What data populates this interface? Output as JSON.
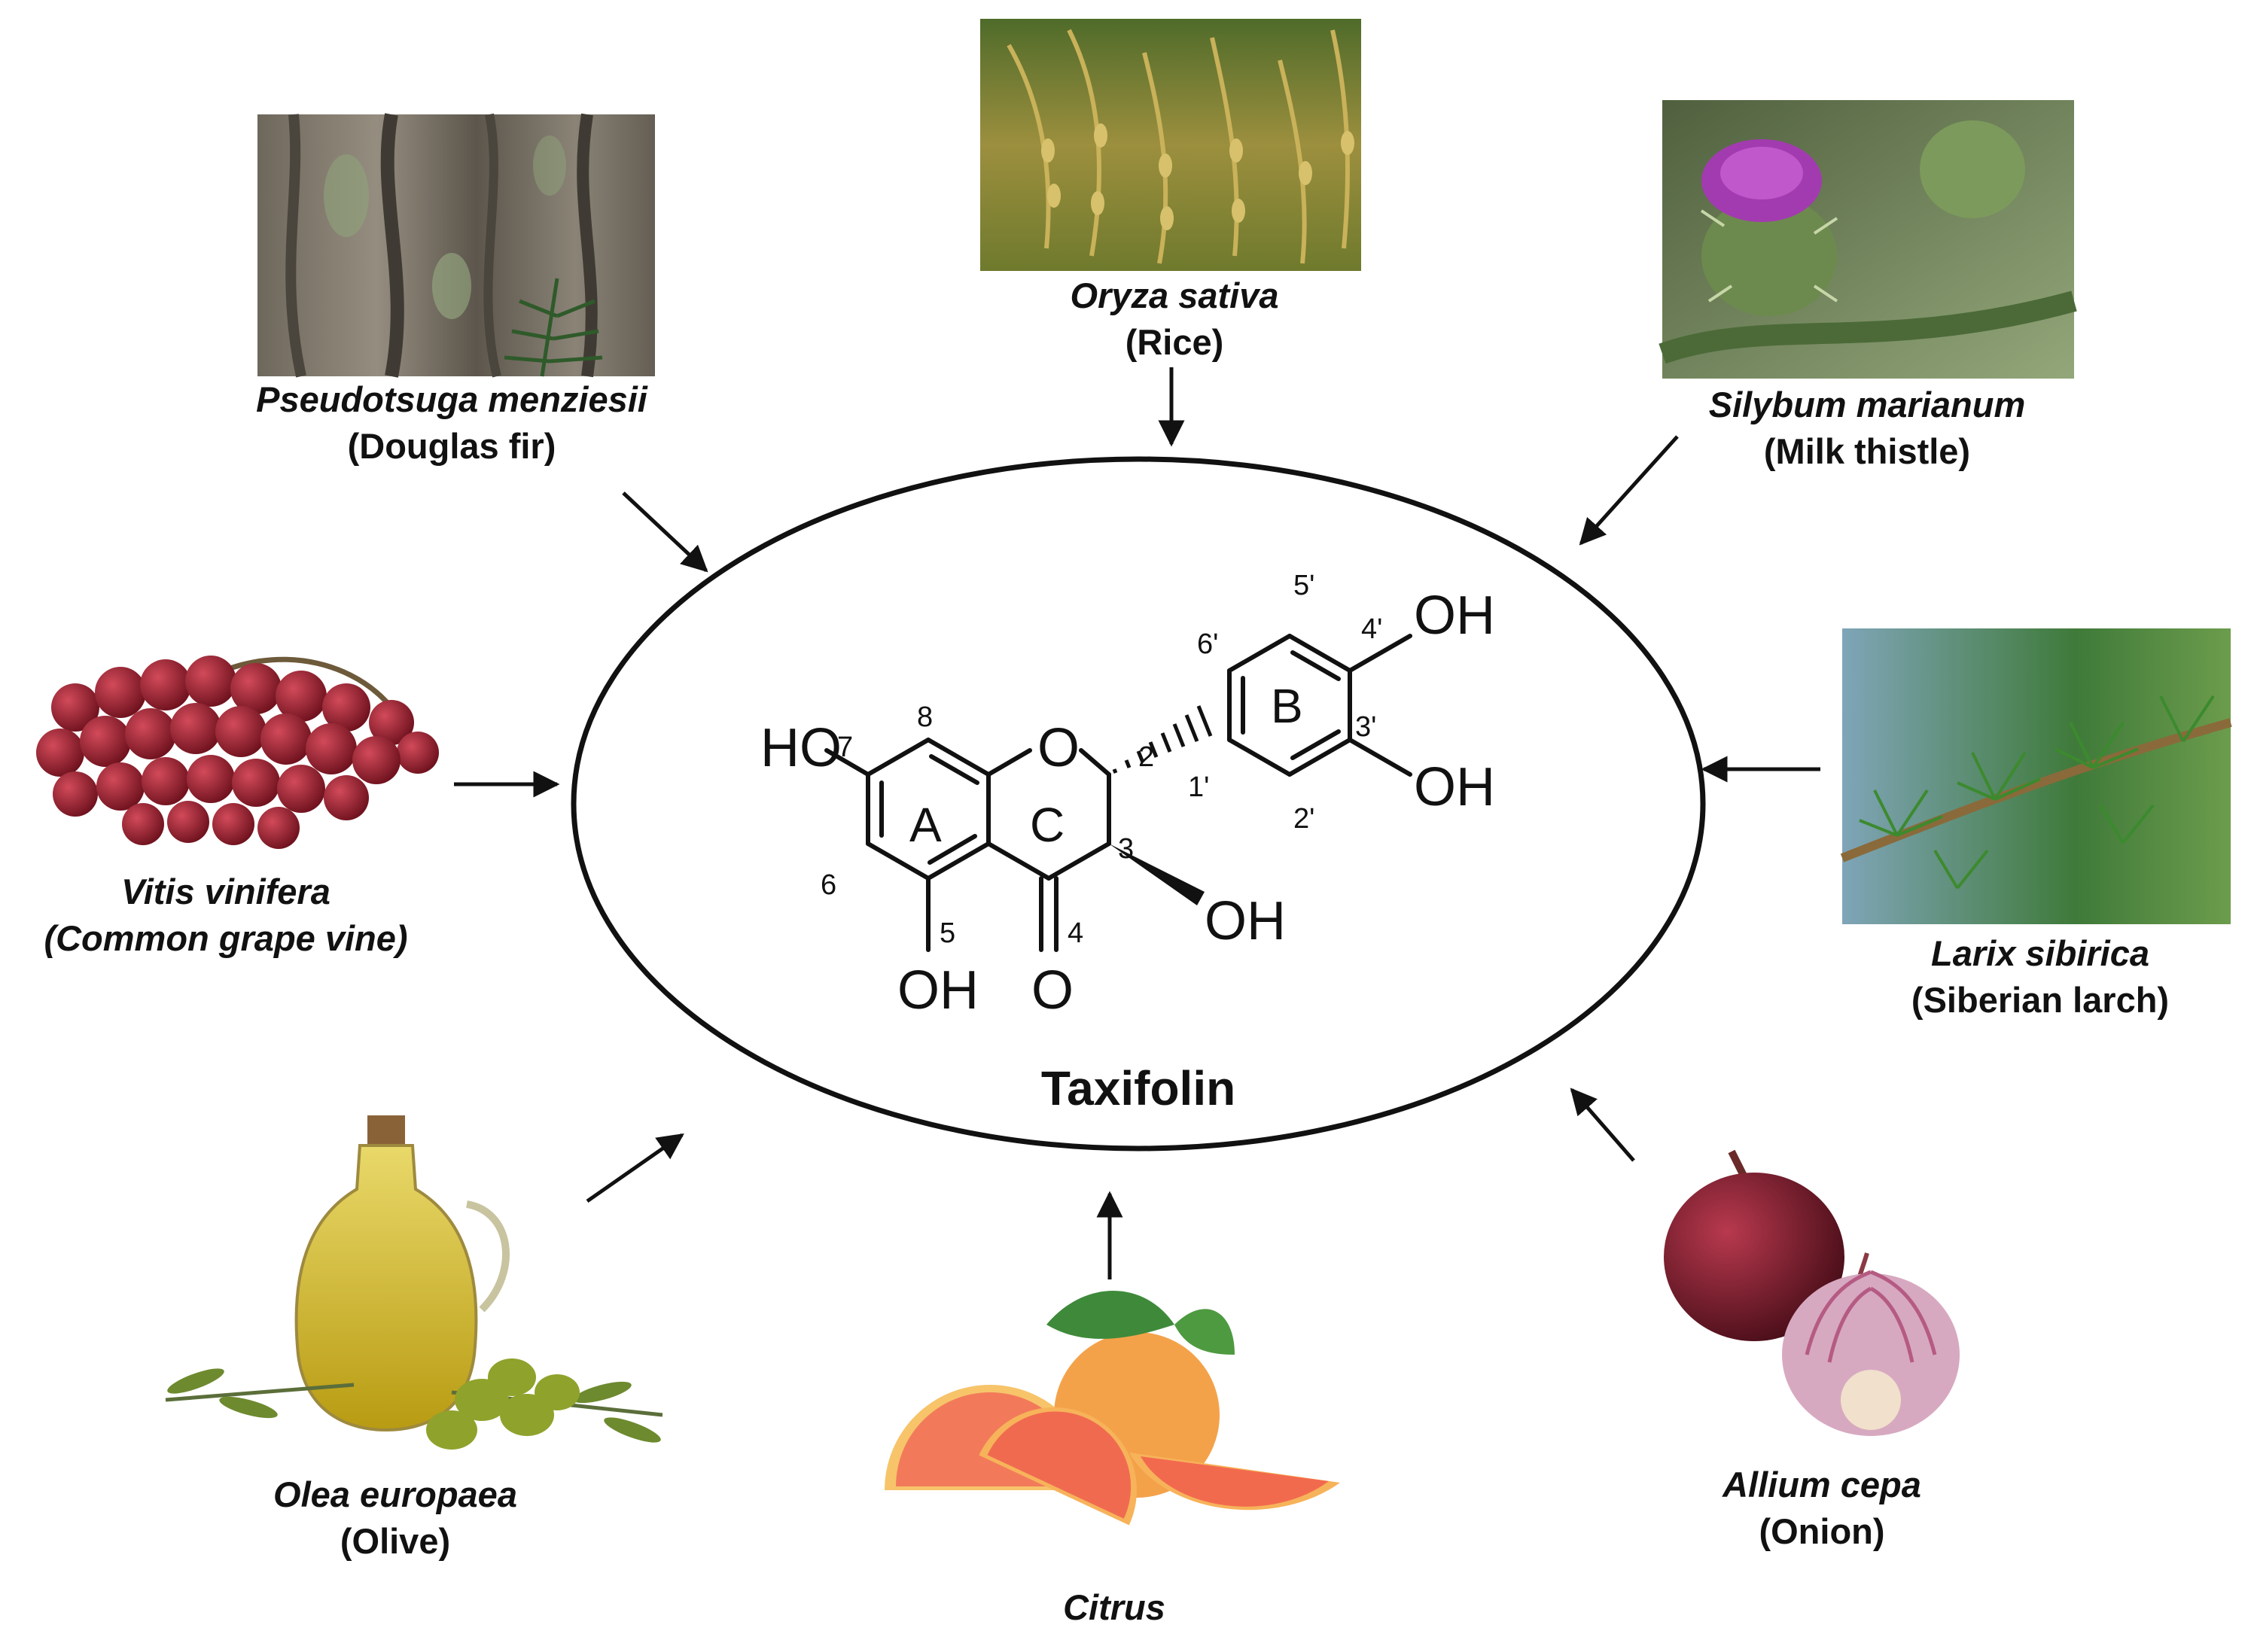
{
  "compound": {
    "name": "Taxifolin",
    "ring_labels": [
      "A",
      "B",
      "C"
    ],
    "atom_labels": {
      "ho7": "HO",
      "o1": "O",
      "oh3": "OH",
      "oh5": "OH",
      "o4": "O",
      "oh4p": "OH",
      "oh3p": "OH"
    },
    "position_numbers": {
      "p2": "2",
      "p3": "3",
      "p4": "4",
      "p5": "5",
      "p6": "6",
      "p7": "7",
      "p8": "8",
      "p1p": "1'",
      "p2p": "2'",
      "p3p": "3'",
      "p4p": "4'",
      "p5p": "5'",
      "p6p": "6'"
    }
  },
  "sources": [
    {
      "id": "douglas-fir",
      "scientific": "Pseudotsuga menziesii",
      "common": "(Douglas fir)"
    },
    {
      "id": "rice",
      "scientific": "Oryza sativa",
      "common": "(Rice)"
    },
    {
      "id": "milk-thistle",
      "scientific": "Silybum marianum",
      "common": "(Milk thistle)"
    },
    {
      "id": "grape",
      "scientific": "Vitis vinifera",
      "common": "(Common grape vine)"
    },
    {
      "id": "larch",
      "scientific": "Larix sibirica",
      "common": "(Siberian larch)"
    },
    {
      "id": "olive",
      "scientific": "Olea europaea",
      "common": "(Olive)"
    },
    {
      "id": "citrus",
      "scientific": "Citrus",
      "common": ""
    },
    {
      "id": "onion",
      "scientific": "Allium cepa",
      "common": "(Onion)"
    }
  ],
  "images": [
    {
      "id": "douglas-fir",
      "icon": "tree-bark-photo"
    },
    {
      "id": "rice",
      "icon": "rice-panicles-photo"
    },
    {
      "id": "milk-thistle",
      "icon": "thistle-flower-photo"
    },
    {
      "id": "grape",
      "icon": "red-grape-bunch-photo"
    },
    {
      "id": "larch",
      "icon": "larch-branch-photo"
    },
    {
      "id": "olive",
      "icon": "olive-oil-jar-photo"
    },
    {
      "id": "citrus",
      "icon": "grapefruit-slices-photo"
    },
    {
      "id": "onion",
      "icon": "red-onion-photo"
    }
  ],
  "colors": {
    "line": "#111111",
    "bark": "#7b7468",
    "rice": "#8b8a3a",
    "thistle": "#a23bb0",
    "grape": "#9c1f2c",
    "larch": "#4e8f3a",
    "olive_oil": "#c9b21e",
    "citrus": "#f08a56",
    "onion": "#7a1a2c"
  }
}
